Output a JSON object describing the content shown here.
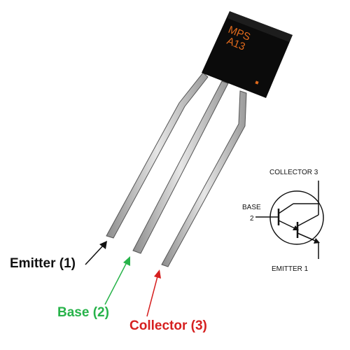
{
  "package": {
    "marking_line1": "MPS",
    "marking_line2": "A13",
    "body_color": "#0b0b0b",
    "marking_color": "#e06a1c"
  },
  "leads": [
    {
      "id": "emitter",
      "label": "Emitter (1)",
      "color": "#111111"
    },
    {
      "id": "base",
      "label": "Base (2)",
      "color": "#27b34a"
    },
    {
      "id": "collector",
      "label": "Collector (3)",
      "color": "#d62020"
    }
  ],
  "symbol": {
    "collector_label": "COLLECTOR 3",
    "base_label_line1": "BASE",
    "base_label_line2": "2",
    "emitter_label": "EMITTER 1"
  }
}
